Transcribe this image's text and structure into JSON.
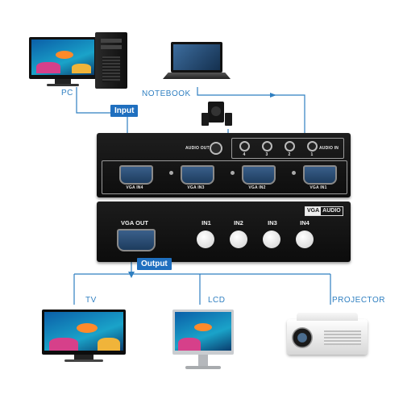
{
  "diagram": {
    "sources": {
      "pc": "PC",
      "notebook": "NOTEBOOK"
    },
    "tags": {
      "input": "Input",
      "output": "Output"
    },
    "back_panel": {
      "audio_out": "AUDIO OUT",
      "audio_in": "AUDIO IN",
      "audio_in_numbers": [
        "4",
        "3",
        "2",
        "1"
      ],
      "vga_inputs": [
        "VGA IN4",
        "VGA IN3",
        "VGA IN2",
        "VGA IN1"
      ]
    },
    "front_panel": {
      "logo_vga": "VGA",
      "logo_audio": "AUDIO",
      "vga_out": "VGA OUT",
      "buttons": [
        "IN1",
        "IN2",
        "IN3",
        "IN4"
      ]
    },
    "outputs": {
      "tv": "TV",
      "lcd": "LCD",
      "projector": "PROJECTOR"
    },
    "colors": {
      "line": "#2f7fc1",
      "device": "#1b1b1b",
      "tag": "#1f6fbf"
    }
  }
}
